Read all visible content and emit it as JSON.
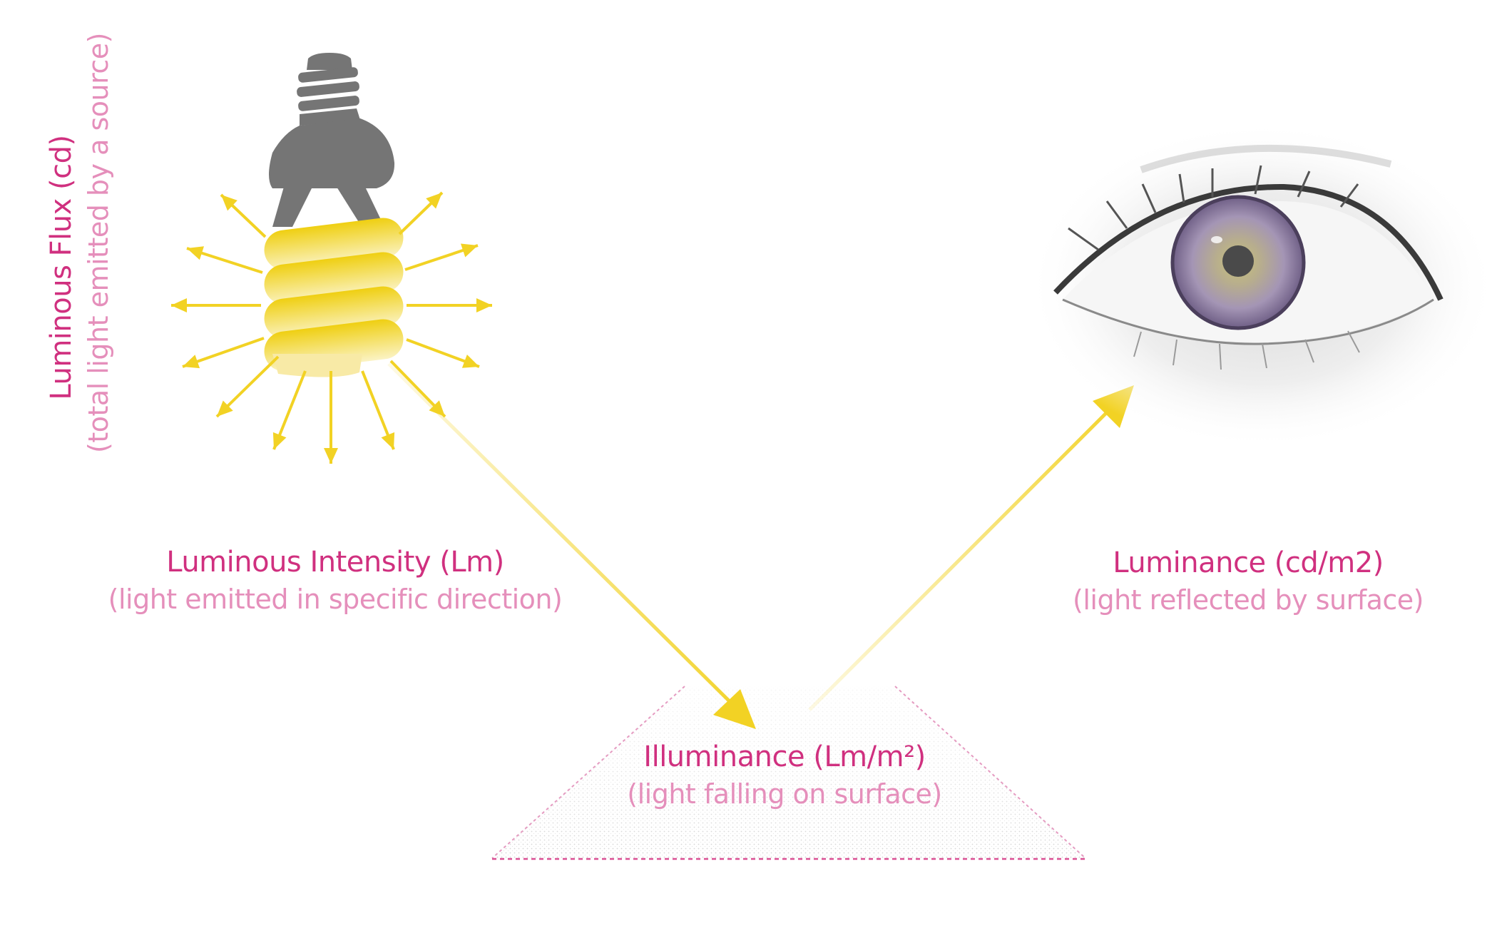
{
  "labels": {
    "flux": {
      "title": "Luminous Flux (cd)",
      "subtitle": "(total light emitted by a source)"
    },
    "intensity": {
      "title": "Luminous Intensity (Lm)",
      "subtitle": "(light emitted in specific direction)"
    },
    "illuminance": {
      "title": "Illuminance (Lm/m²)",
      "subtitle": "(light falling on surface)"
    },
    "luminance": {
      "title": "Luminance (cd/m2)",
      "subtitle": "(light reflected by surface)"
    }
  },
  "colors": {
    "label_pink": "#d0307f",
    "subtitle_pink": "#e58fbb",
    "arrow_yellow": "#f2d224",
    "bulb_grey": "#757575",
    "surface_dash": "#d94f93"
  },
  "icons": [
    "light-bulb-icon",
    "eye-icon"
  ]
}
